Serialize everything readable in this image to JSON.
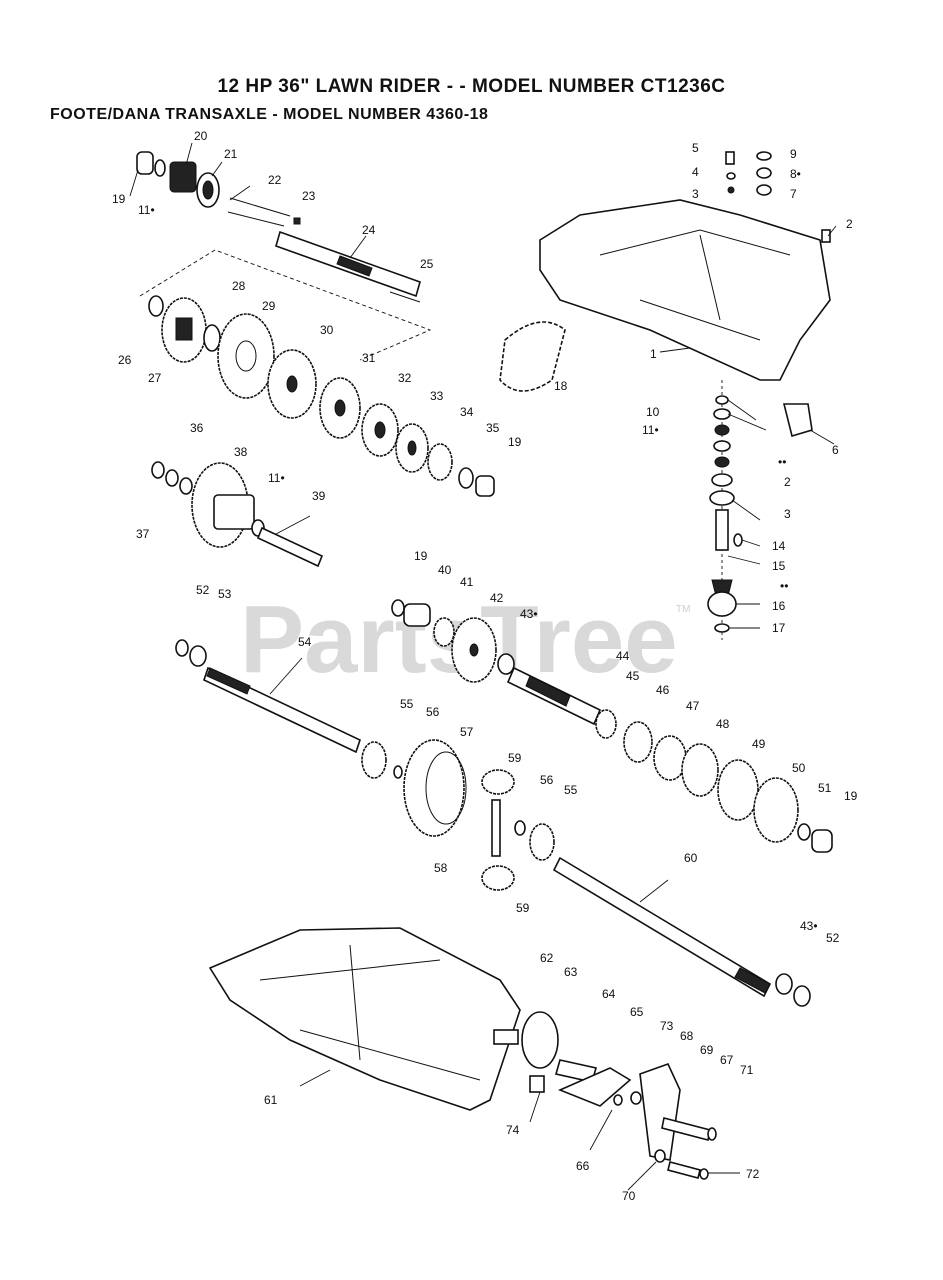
{
  "header": {
    "title": "12 HP 36\" LAWN RIDER - - MODEL NUMBER CT1236C",
    "subtitle": "FOOTE/DANA TRANSAXLE - MODEL NUMBER 4360-18"
  },
  "watermark": {
    "text": "PartsTree",
    "tm": "TM"
  },
  "callouts": [
    {
      "id": "c20",
      "text": "20"
    },
    {
      "id": "c21",
      "text": "21"
    },
    {
      "id": "c19a",
      "text": "19"
    },
    {
      "id": "c11a",
      "text": "11•"
    },
    {
      "id": "c22",
      "text": "22"
    },
    {
      "id": "c23",
      "text": "23"
    },
    {
      "id": "c24",
      "text": "24"
    },
    {
      "id": "c25",
      "text": "25"
    },
    {
      "id": "c5",
      "text": "5"
    },
    {
      "id": "c4",
      "text": "4"
    },
    {
      "id": "c3a",
      "text": "3"
    },
    {
      "id": "c9",
      "text": "9"
    },
    {
      "id": "c8",
      "text": "8•"
    },
    {
      "id": "c7",
      "text": "7"
    },
    {
      "id": "c2a",
      "text": "2"
    },
    {
      "id": "c1",
      "text": "1"
    },
    {
      "id": "c28",
      "text": "28"
    },
    {
      "id": "c29",
      "text": "29"
    },
    {
      "id": "c26",
      "text": "26"
    },
    {
      "id": "c27",
      "text": "27"
    },
    {
      "id": "c30",
      "text": "30"
    },
    {
      "id": "c31",
      "text": "31"
    },
    {
      "id": "c32",
      "text": "32"
    },
    {
      "id": "c33",
      "text": "33"
    },
    {
      "id": "c34",
      "text": "34"
    },
    {
      "id": "c35",
      "text": "35"
    },
    {
      "id": "c19b",
      "text": "19"
    },
    {
      "id": "c18",
      "text": "18"
    },
    {
      "id": "c10",
      "text": "10"
    },
    {
      "id": "c11b",
      "text": "11•"
    },
    {
      "id": "c6",
      "text": "6"
    },
    {
      "id": "cdot1",
      "text": "••"
    },
    {
      "id": "c2b",
      "text": "2"
    },
    {
      "id": "c3b",
      "text": "3"
    },
    {
      "id": "c14",
      "text": "14"
    },
    {
      "id": "c15",
      "text": "15"
    },
    {
      "id": "cdot2",
      "text": "••"
    },
    {
      "id": "c16",
      "text": "16"
    },
    {
      "id": "c17",
      "text": "17"
    },
    {
      "id": "c36",
      "text": "36"
    },
    {
      "id": "c38",
      "text": "38"
    },
    {
      "id": "c11c",
      "text": "11•"
    },
    {
      "id": "c37",
      "text": "37"
    },
    {
      "id": "c39",
      "text": "39"
    },
    {
      "id": "c19c",
      "text": "19"
    },
    {
      "id": "c40",
      "text": "40"
    },
    {
      "id": "c41",
      "text": "41"
    },
    {
      "id": "c42",
      "text": "42"
    },
    {
      "id": "c43a",
      "text": "43•"
    },
    {
      "id": "c52a",
      "text": "52"
    },
    {
      "id": "c53",
      "text": "53"
    },
    {
      "id": "c54",
      "text": "54"
    },
    {
      "id": "c44",
      "text": "44"
    },
    {
      "id": "c45",
      "text": "45"
    },
    {
      "id": "c46",
      "text": "46"
    },
    {
      "id": "c47",
      "text": "47"
    },
    {
      "id": "c48",
      "text": "48"
    },
    {
      "id": "c49",
      "text": "49"
    },
    {
      "id": "c50",
      "text": "50"
    },
    {
      "id": "c51",
      "text": "51"
    },
    {
      "id": "c19d",
      "text": "19"
    },
    {
      "id": "c55a",
      "text": "55"
    },
    {
      "id": "c56a",
      "text": "56"
    },
    {
      "id": "c57",
      "text": "57"
    },
    {
      "id": "c59a",
      "text": "59"
    },
    {
      "id": "c56b",
      "text": "56"
    },
    {
      "id": "c55b",
      "text": "55"
    },
    {
      "id": "c58",
      "text": "58"
    },
    {
      "id": "c59b",
      "text": "59"
    },
    {
      "id": "c60",
      "text": "60"
    },
    {
      "id": "c43b",
      "text": "43•"
    },
    {
      "id": "c52b",
      "text": "52"
    },
    {
      "id": "c62",
      "text": "62"
    },
    {
      "id": "c63",
      "text": "63"
    },
    {
      "id": "c64",
      "text": "64"
    },
    {
      "id": "c65",
      "text": "65"
    },
    {
      "id": "c73",
      "text": "73"
    },
    {
      "id": "c68",
      "text": "68"
    },
    {
      "id": "c69",
      "text": "69"
    },
    {
      "id": "c67",
      "text": "67"
    },
    {
      "id": "c71",
      "text": "71"
    },
    {
      "id": "c61",
      "text": "61"
    },
    {
      "id": "c74",
      "text": "74"
    },
    {
      "id": "c66",
      "text": "66"
    },
    {
      "id": "c70",
      "text": "70"
    },
    {
      "id": "c72",
      "text": "72"
    }
  ]
}
